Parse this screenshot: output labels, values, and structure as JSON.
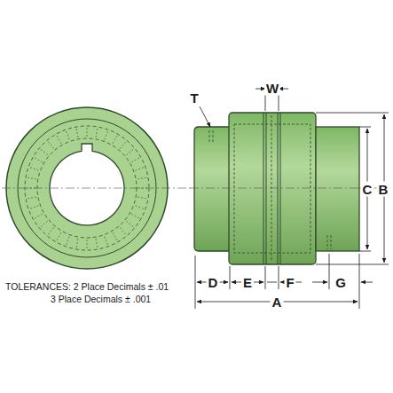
{
  "diagram": {
    "labels": [
      "T",
      "W",
      "C",
      "B",
      "D",
      "E",
      "F",
      "G",
      "A",
      "TOLERANCES: 2 Place Decimals ± .01",
      "3 Place Decimals ± .001"
    ]
  }
}
